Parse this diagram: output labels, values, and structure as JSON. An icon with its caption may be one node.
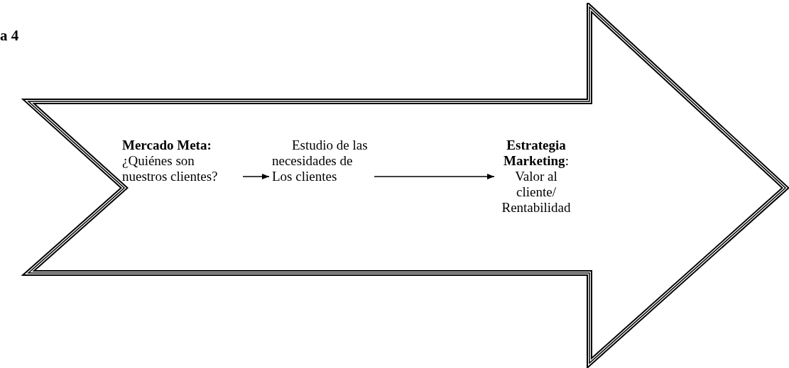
{
  "diagram": {
    "nodes": [
      {
        "text": [],
        "shape": "arrow"
      },
      {
        "text": [
          "Mercado Meta:",
          "¿Quiénes son nuestros  clientes?"
        ],
        "in": 0
      },
      {
        "text": [
          "Estudio de las necesidades de Los clientes"
        ],
        "in": 0
      },
      {
        "text": [
          "**Estrategia Marketing**: Valor al cliente/ Rentabilidad"
        ],
        "in": 0
      }
    ],
    "edges": [
      {
        "from": 1,
        "to": 2,
        "arrow": "to"
      },
      {
        "from": 2,
        "to": 3,
        "arrow": "to"
      }
    ],
    "labels": [
      "a 4"
    ]
  }
}
